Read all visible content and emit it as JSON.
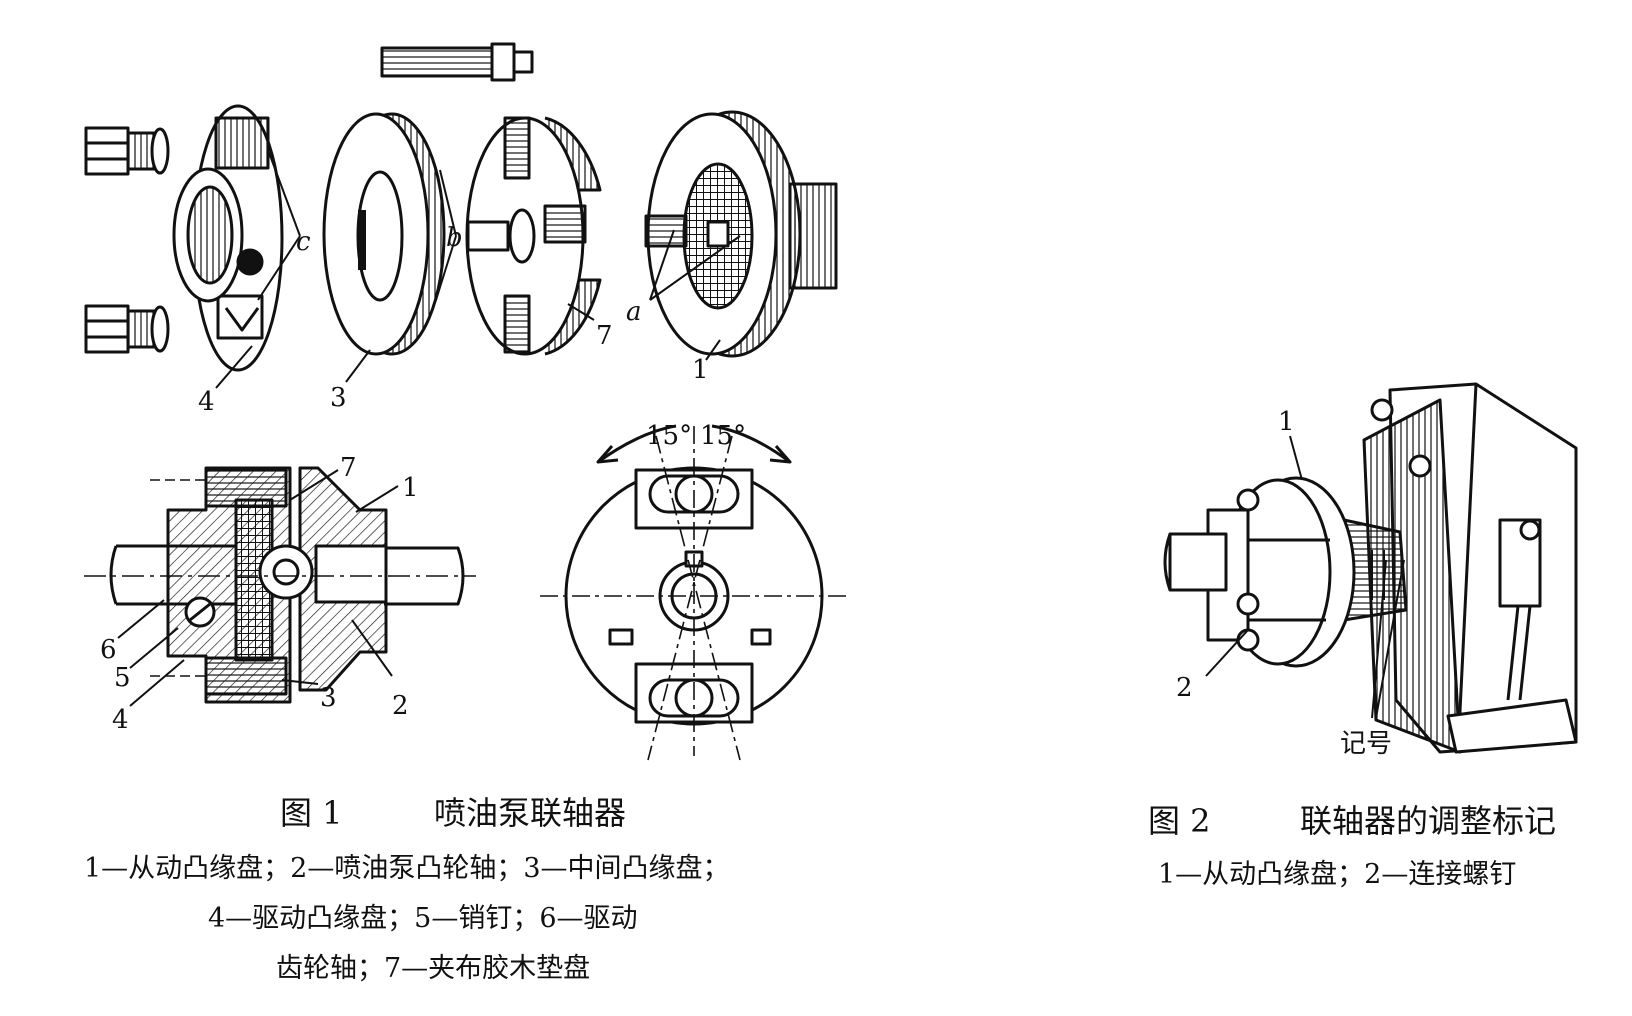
{
  "figure1": {
    "number": "图 1",
    "title": "喷油泵联轴器",
    "legend": [
      "1—从动凸缘盘；2—喷油泵凸轮轴；3—中间凸缘盘；",
      "4—驱动凸缘盘；5—销钉；6—驱动",
      "齿轮轴；7—夹布胶木垫盘"
    ],
    "exploded_labels": [
      "4",
      "3",
      "7",
      "1",
      "c",
      "b",
      "a"
    ],
    "section_labels": [
      "7",
      "1",
      "6",
      "5",
      "4",
      "3",
      "2"
    ],
    "angles": [
      "15°",
      "15°"
    ]
  },
  "figure2": {
    "number": "图 2",
    "title": "联轴器的调整标记",
    "legend": [
      "1—从动凸缘盘；2—连接螺钉"
    ],
    "labels": [
      "1",
      "2"
    ],
    "mark_label": "记号"
  }
}
